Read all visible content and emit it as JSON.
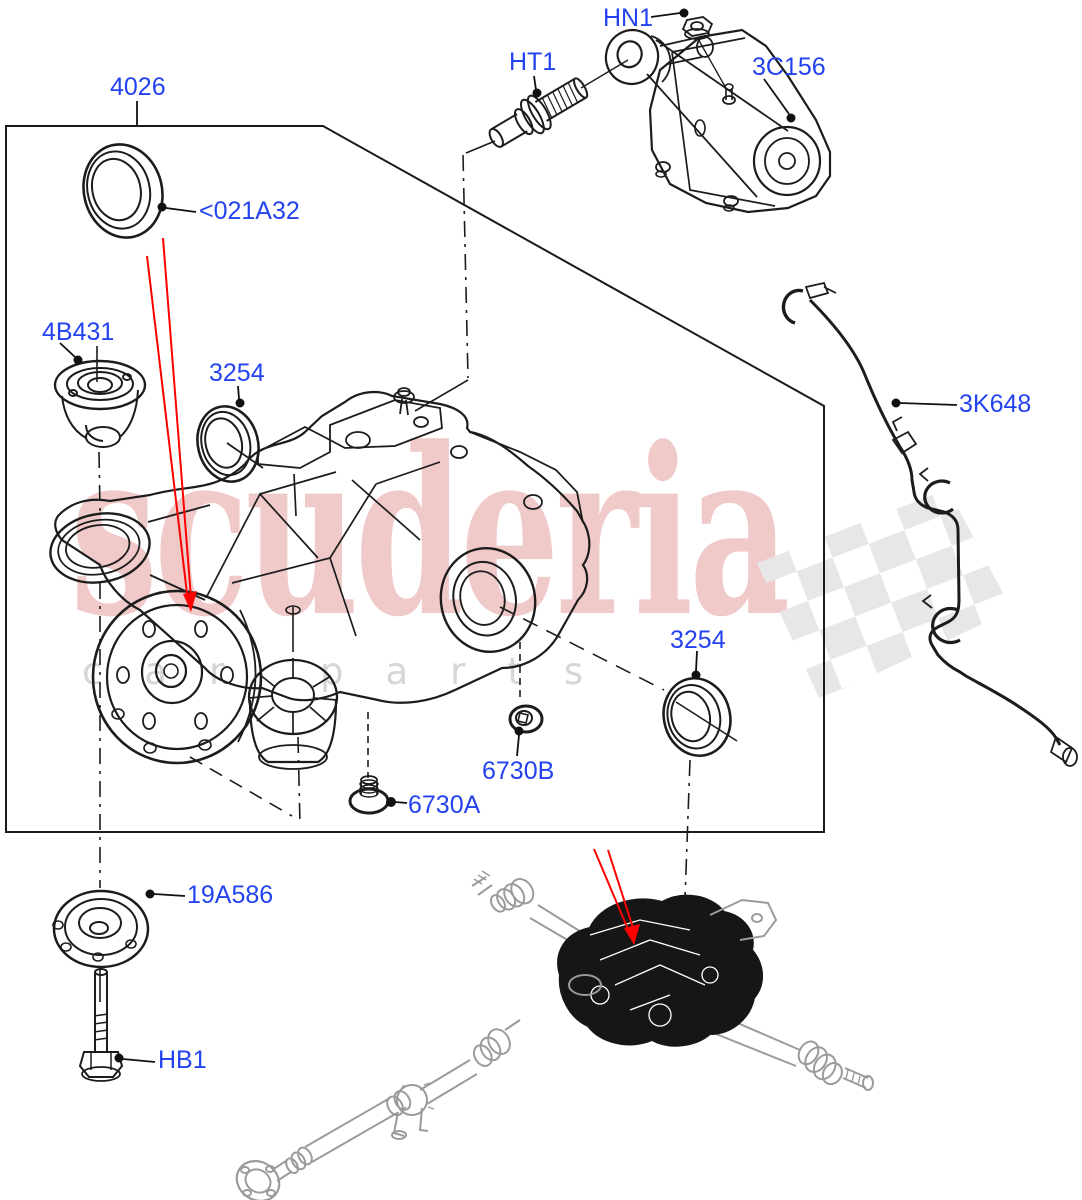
{
  "watermark": {
    "brand": "scuderia",
    "tagline": "car parts"
  },
  "callouts": {
    "c4026": "4026",
    "c021A32": "<021A32",
    "c4B431": "4B431",
    "c3254_left": "3254",
    "cHT1": "HT1",
    "cHN1": "HN1",
    "c3C156": "3C156",
    "c3K648": "3K648",
    "c3254_right": "3254",
    "c6730B": "6730B",
    "c6730A": "6730A",
    "c19A586": "19A586",
    "cHB1": "HB1"
  },
  "colors": {
    "callout_blue": "#2342f0",
    "pointer_red": "#fd0000",
    "line_art": "#1c1c1c",
    "assembly_gray": "#9b9b9b",
    "brand_pink": "#f0c9c9",
    "tagline_gray": "#d6d6d6",
    "flag_gray": "#e7e7e7"
  }
}
